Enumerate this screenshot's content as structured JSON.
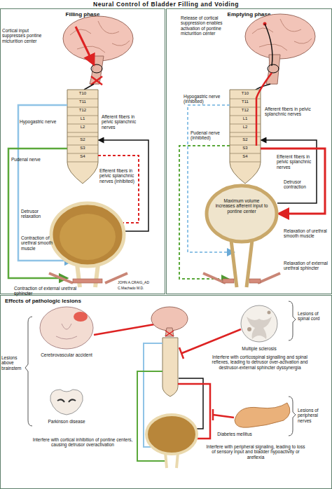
{
  "diagram": {
    "title": "Neural Control of Bladder Filling and Voiding",
    "nodes": [
      {
        "text": [
          "Filling phase"
        ]
      },
      {
        "text": [
          "Emptying phase"
        ]
      },
      {
        "text": [
          "Effects of pathologic lesions"
        ]
      }
    ],
    "labels": [
      "Cortical input suppresses pontine micturition center",
      "T10",
      "T11",
      "T12",
      "L1",
      "L2",
      "S2",
      "S3",
      "S4",
      "Hypogastric nerve",
      "Afferent fibers in pelvic splanchnic nerves",
      "Pudenal nerve",
      "Efferent fibers in pelvic splanchnic nerves (inhibited)",
      "Detrusor relaxation",
      "Contraction of urethral smooth muscle",
      "Contraction of external urethral sphincter",
      "JOHN A.CRAIG_AD",
      "C.Machado M.D.",
      "Release of cortical suppression enables activation of pontine micturition center",
      "T10",
      "T11",
      "T12",
      "L1",
      "L2",
      "S2",
      "S3",
      "S4",
      "Hypogastric nerve (inhibited)",
      "Afferent fibers in pelvic splanchnic nerves",
      "Pudenal nerve (inhibited)",
      "Efferent fibers in pelvic splanchnic nerves",
      "Maximum volume increases afferent input to pontine center",
      "Detrusor contraction",
      "Relaxation of urethral smooth muscle",
      "Relaxation of external urethral sphincter",
      "Lesions above brainstem",
      "Cerebrovascular accident",
      "Parkinson disease",
      "Interfere with cortical inhibition of pontine centers, causing detrusor overactivation",
      "Lesions of spinal cord",
      "Multiple sclerosis",
      "Interfere with corticospinal signalling and spinal reflexes, leading to detrusor over-activation and destrusor-external sphincter dyssynergia",
      "Diabetes mellitus",
      "Lesions of peripheral nerves",
      "Interfere with peripheral signaling, leading to loss of sensory input and bladder hypoactivity or areflexia"
    ]
  }
}
